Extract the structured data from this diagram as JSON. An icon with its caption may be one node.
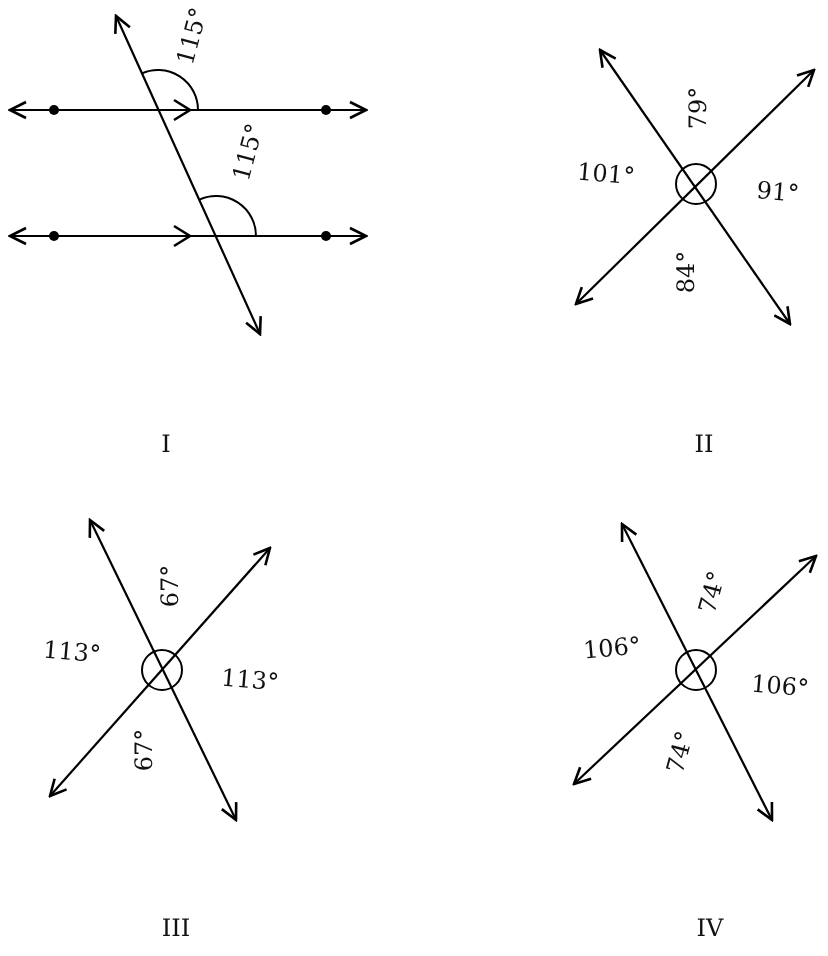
{
  "diagram": {
    "labels": [
      "115°",
      "115°",
      "I",
      "79°",
      "101°",
      "91°",
      "84°",
      "II",
      "67°",
      "113°",
      "113°",
      "67°",
      "III",
      "74°",
      "106°",
      "106°",
      "74°",
      "IV"
    ]
  }
}
